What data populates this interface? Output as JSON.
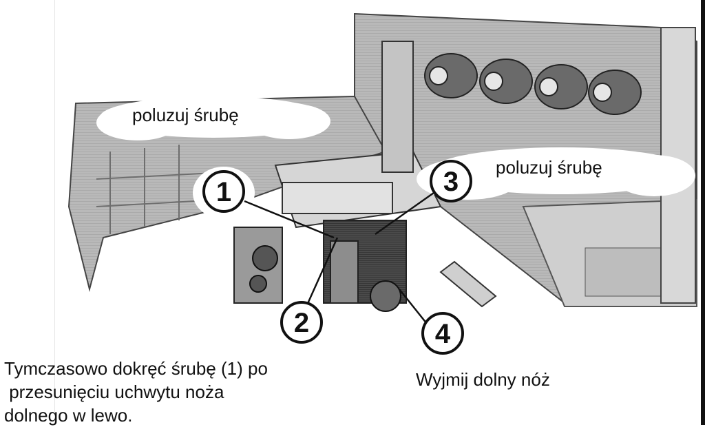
{
  "labels": {
    "loosen_screw_1": "poluzuj śrubę",
    "loosen_screw_3": "poluzuj śrubę",
    "temporary_tighten": "Tymczasowo dokręć śrubę (1) po\n przesunięciu uchwytu noża\ndolnego w lewo.",
    "remove_lower_knife": "Wyjmij dolny nóż"
  },
  "callouts": [
    "1",
    "2",
    "3",
    "4"
  ],
  "colors": {
    "background": "#ffffff",
    "machine_dark": "#3a3a3a",
    "machine_mid": "#8a8a8a",
    "machine_light": "#c8c8c8",
    "cloud": "#ffffff",
    "ink": "#111111"
  },
  "icons": [
    "overlock-machine-illustration",
    "thread-tension-dial-icon",
    "callout-circle-icon"
  ]
}
